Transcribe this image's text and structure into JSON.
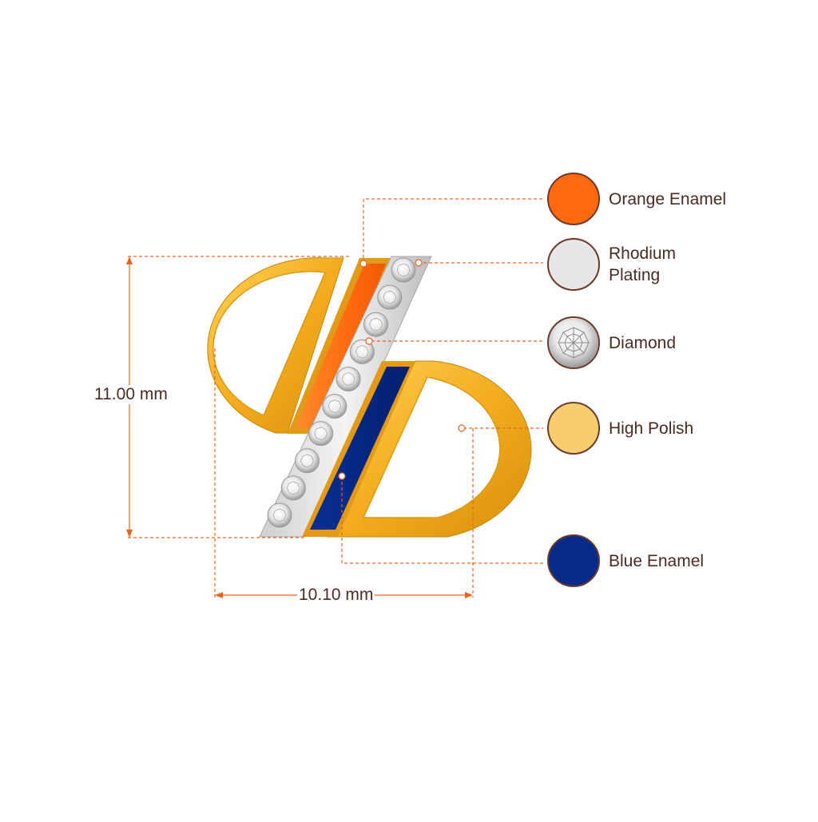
{
  "dimensions": {
    "height_label": "11.00 mm",
    "width_label": "10.10 mm"
  },
  "legend": [
    {
      "label": "Orange Enamel",
      "color": "#ff6a0e",
      "icon": "orange-enamel-swatch"
    },
    {
      "label": "Rhodium\nPlating",
      "color": "#e6e6e6",
      "icon": "rhodium-plating-swatch"
    },
    {
      "label": "Diamond",
      "color": "#d9d9d9",
      "icon": "diamond-swatch"
    },
    {
      "label": "High Polish",
      "color": "#f7cd70",
      "icon": "high-polish-swatch"
    },
    {
      "label": "Blue Enamel",
      "color": "#062a86",
      "icon": "blue-enamel-swatch"
    }
  ],
  "colors": {
    "gold": "#f3ad1e",
    "gold_dark": "#c9860a",
    "leader_line": "#e8651d",
    "dim_line": "#e8651d",
    "text": "#4a2b22",
    "swatch_border": "#6b3a2c"
  }
}
